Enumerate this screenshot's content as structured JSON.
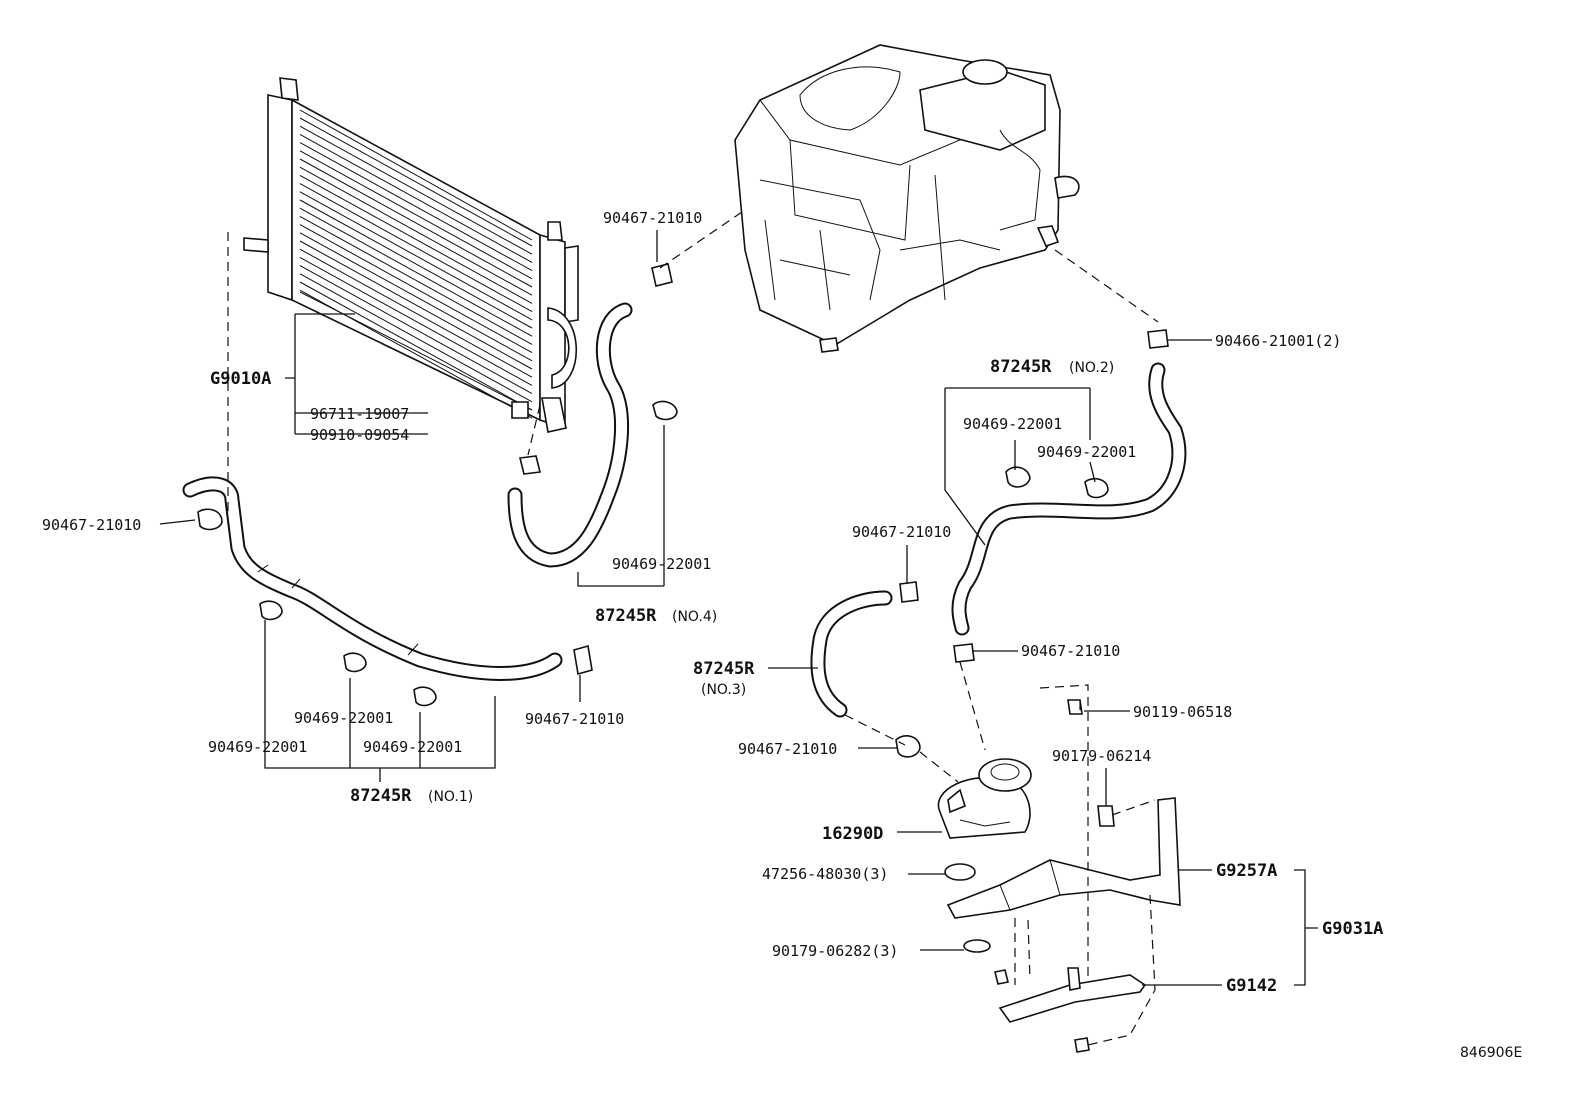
{
  "diagram_id": "846906E",
  "labels": {
    "g9010a": "G9010A",
    "p96711": "96711-19007",
    "p90910": "90910-09054",
    "p90467_upper": "90467-21010",
    "p90467_left": "90467-21010",
    "p90469_no4": "90469-22001",
    "p87245r_no4": "87245R",
    "no4": "(NO.4)",
    "p90469_a": "90469-22001",
    "p90469_b": "90469-22001",
    "p90469_c": "90469-22001",
    "p90467_no1": "90467-21010",
    "p87245r_no1": "87245R",
    "no1": "(NO.1)",
    "p90466": "90466-21001(2)",
    "p87245r_no2": "87245R",
    "no2": "(NO.2)",
    "p90469_no2a": "90469-22001",
    "p90469_no2b": "90469-22001",
    "p90467_mid": "90467-21010",
    "p90467_right": "90467-21010",
    "p87245r_no3": "87245R",
    "no3": "(NO.3)",
    "p90467_low": "90467-21010",
    "p90119": "90119-06518",
    "p90179_06214": "90179-06214",
    "p16290d": "16290D",
    "p47256": "47256-48030(3)",
    "g9257a": "G9257A",
    "g9031a": "G9031A",
    "p90179_06282": "90179-06282(3)",
    "g9142": "G9142"
  }
}
